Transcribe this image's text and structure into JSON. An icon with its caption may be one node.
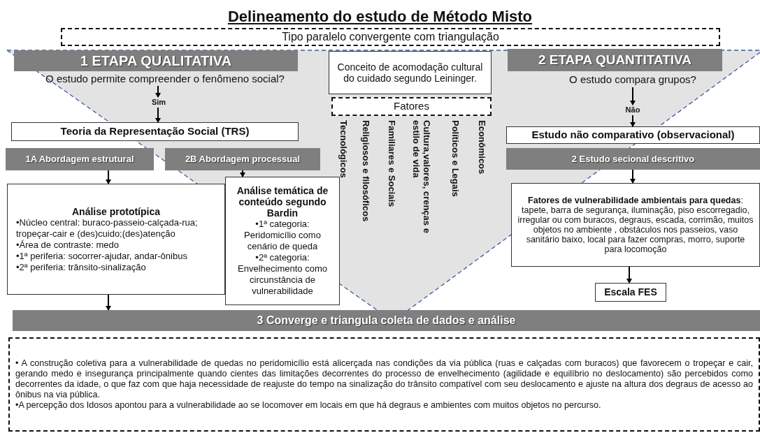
{
  "diagram": {
    "title": "Delineamento do estudo de Método Misto",
    "nodes": [
      {
        "text": [
          "Tipo paralelo convergente com triangulação"
        ]
      },
      {
        "text": [
          "1 ETAPA QUALITATIVA"
        ]
      },
      {
        "text": [
          "O estudo permite compreender o fenômeno social?"
        ]
      },
      {
        "text": [
          "Sim"
        ]
      },
      {
        "text": [
          "Teoria da Representação Social (TRS)"
        ]
      },
      {
        "text": [
          "1A Abordagem estrutural"
        ]
      },
      {
        "text": [
          "2B Abordagem processual"
        ]
      },
      {
        "text": [
          "Análise prototípica",
          "•Núcleo central: buraco-passeio-calçada-rua; tropeçar-cair e (des)cuido;(des)atenção",
          "•Área de contraste: medo",
          "•1ª periferia: socorrer-ajudar, andar-ônibus",
          "•2ª periferia: trânsito-sinalização"
        ]
      },
      {
        "text": [
          "Análise temática de conteúdo segundo Bardin",
          "•1ª categoria: Peridomicílio como cenário de queda",
          "•2ª categoria: Envelhecimento como circunstância de vulnerabilidade"
        ]
      },
      {
        "text": [
          "Conceito de acomodação cultural do cuidado segundo Leininger."
        ]
      },
      {
        "text": [
          "Fatores"
        ]
      },
      {
        "text": [
          "2 ETAPA QUANTITATIVA"
        ]
      },
      {
        "text": [
          "O estudo compara grupos?"
        ]
      },
      {
        "text": [
          "Não"
        ]
      },
      {
        "text": [
          "Estudo não comparativo (observacional)"
        ]
      },
      {
        "text": [
          "2 Estudo secional descritivo"
        ]
      },
      {
        "text": [
          "**Fatores de vulnerabilidade ambientais para quedas**: tapete, barra de segurança, iluminação, piso escorregadio, irregular ou com buracos, degraus, escada, corrimão, muitos objetos no ambiente , obstáculos nos passeios, vaso sanitário baixo, local para fazer compras, morro, suporte para locomoção"
        ]
      },
      {
        "text": [
          "Escala FES"
        ]
      },
      {
        "text": [
          "3 Converge e triangula coleta de dados e análise"
        ]
      },
      {
        "text": [
          "• A construção coletiva para a vulnerabilidade de quedas no peridomicílio está alicerçada nas condições da via pública (ruas e calçadas com buracos) que favorecem o tropeçar e cair, gerando medo e insegurança principalmente quando cientes das limitações decorrentes do processo de envelhecimento (agilidade e equilíbrio no deslocamento) são percebidos como decorrentes da idade, o que faz com que haja necessidade de reajuste do tempo na sinalização do trânsito compatível com seu deslocamento e ajuste na altura dos degraus de acesso ao ônibus na via pública.",
          "•A percepção dos Idosos apontou para a vulnerabilidade ao se locomover em locais em que há degraus e ambientes com muitos objetos no percurso."
        ]
      }
    ],
    "edges": [
      {
        "from": 2,
        "to": 3,
        "arrow": "to"
      },
      {
        "from": 3,
        "to": 4,
        "arrow": "to"
      },
      {
        "from": 5,
        "to": 7,
        "arrow": "to"
      },
      {
        "from": 6,
        "to": 8,
        "arrow": "to"
      },
      {
        "from": 7,
        "to": 18,
        "arrow": "to"
      },
      {
        "from": 12,
        "to": 13,
        "arrow": "to"
      },
      {
        "from": 13,
        "to": 14,
        "arrow": "to"
      },
      {
        "from": 15,
        "to": 16,
        "arrow": "to"
      },
      {
        "from": 16,
        "to": 17,
        "arrow": "to"
      }
    ],
    "labels": [
      "Tecnológicos",
      "Religiosos e filosóficos",
      "Familiares e Sociais",
      "Cultura,valores, crenças e estilo de vida",
      "Políticos e Legais",
      "Econômicos"
    ]
  }
}
